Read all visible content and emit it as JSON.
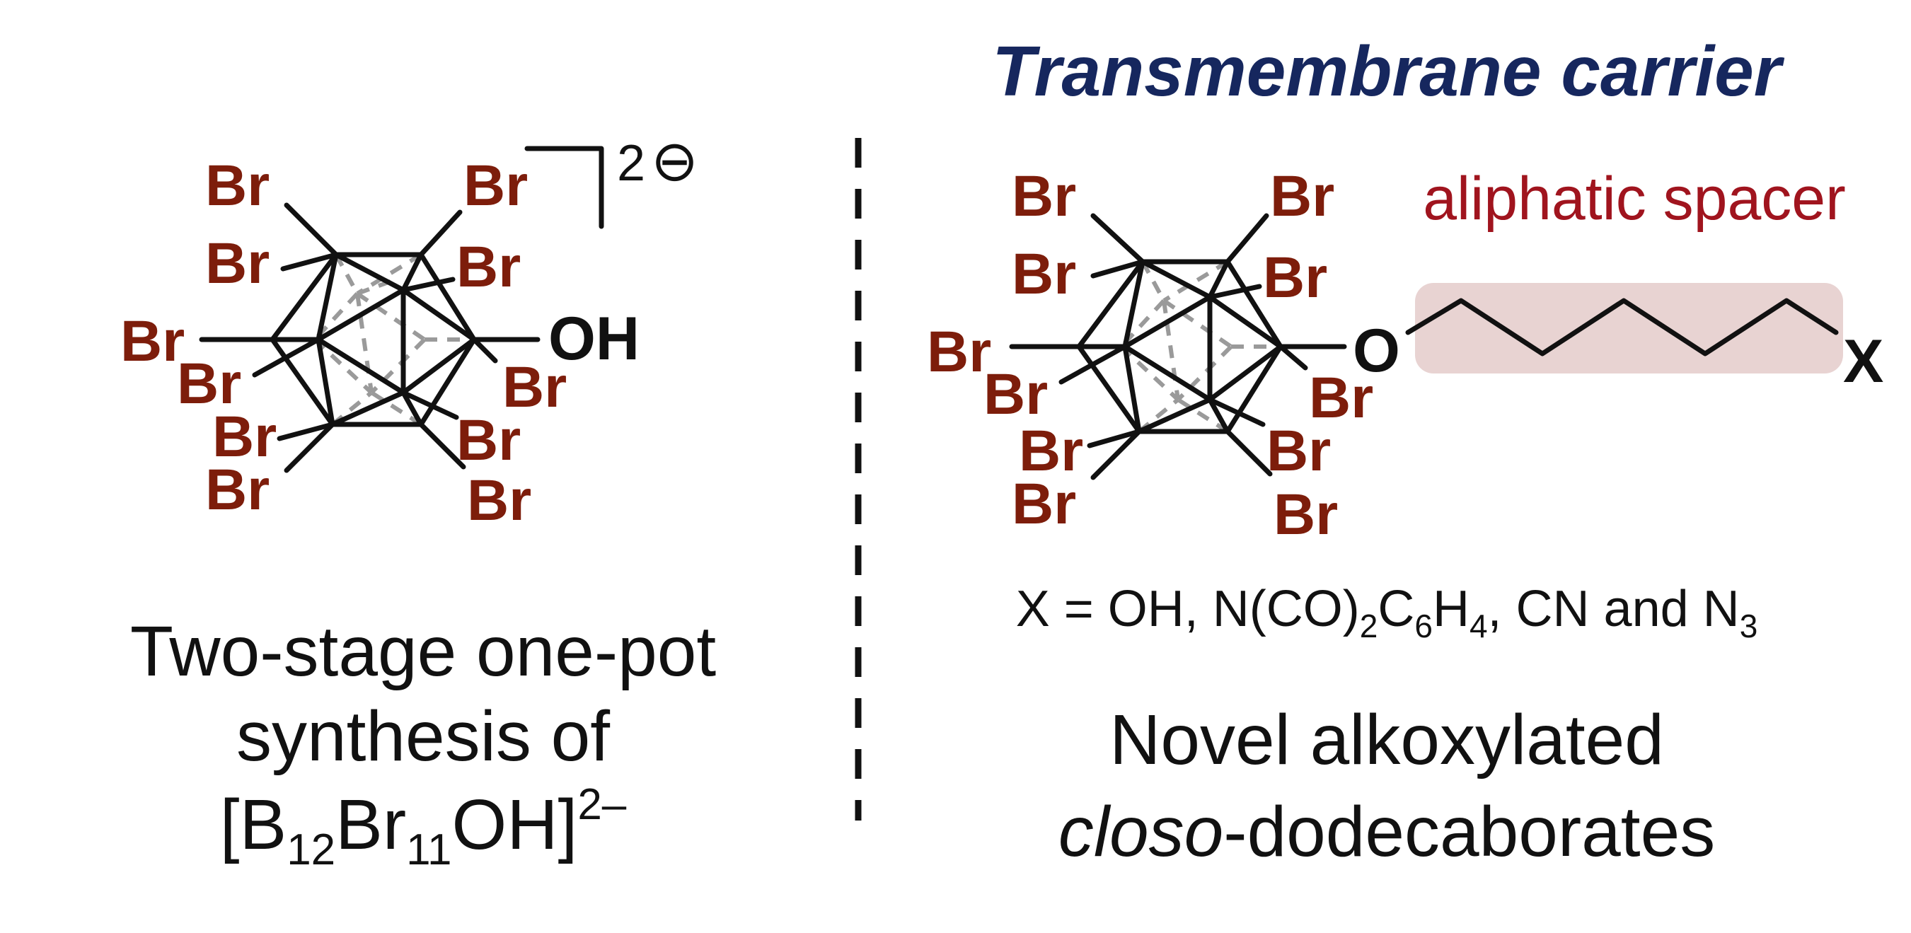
{
  "colors": {
    "bromine": "#7d1d0b",
    "title": "#16275e",
    "spacer_text": "#a0141e",
    "spacer_box": "#e8d3d2",
    "bond": "#111111",
    "back_bond": "#9a9a9a"
  },
  "left": {
    "charge_text": "2",
    "charge_symbol": "⊖",
    "oh_label": "OH",
    "br_label": "Br",
    "caption_line1": "Two-stage one-pot",
    "caption_line2": "synthesis of",
    "formula": {
      "open": "[B",
      "sub_b": "12",
      "br": "Br",
      "sub_br": "11",
      "oh": "OH]",
      "charge": "2–"
    }
  },
  "right": {
    "title": "Transmembrane carrier",
    "spacer_label": "aliphatic spacer",
    "o_label": "O",
    "x_label": "X",
    "br_label": "Br",
    "x_definition": {
      "part1": "X = OH, N(CO)",
      "sub1": "2",
      "part2": "C",
      "sub2": "6",
      "part3": "H",
      "sub3": "4",
      "part4": ", CN and N",
      "sub4": "3"
    },
    "caption_line1": "Novel alkoxylated",
    "caption_italic": "closo",
    "caption_rest": "-dodecaborates"
  }
}
